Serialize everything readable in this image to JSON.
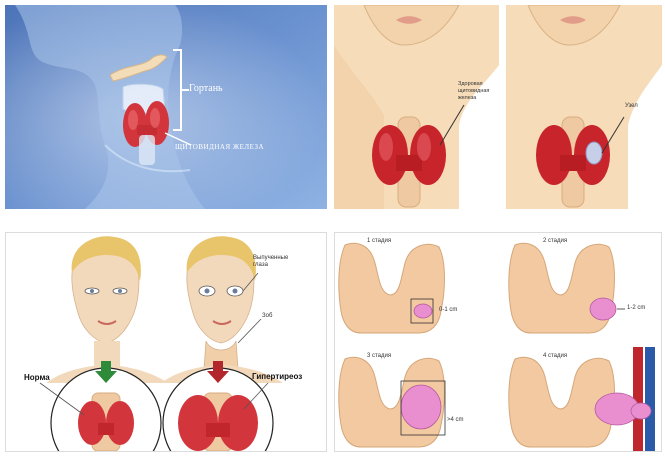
{
  "panel1": {
    "label_larynx": "Гортань",
    "label_thyroid": "щитовидная железа"
  },
  "panel2": {
    "label_healthy": "Здоровая щитовидная железа",
    "label_node": "Узел"
  },
  "panel3": {
    "label_eyes": "Выпученные глаза",
    "label_goiter": "Зоб",
    "label_norm": "Норма",
    "label_hyper": "Гипертиреоз"
  },
  "panel4": {
    "stage1": "1 стадия",
    "stage2": "2 стадия",
    "stage3": "3 стадия",
    "stage4": "4 стадия",
    "size1": "0-1 cm",
    "size2": "1-2 cm",
    "size3": ">4 cm"
  },
  "colors": {
    "panel1_bg": "#5f85c4",
    "skin": "#f2d3ac",
    "thyroid": "#c8242b",
    "node": "#e98fd0",
    "vessel_red": "#c0272d",
    "vessel_blue": "#2a5aa8",
    "arrow_green": "#2e8b3a",
    "arrow_red": "#b3262c"
  }
}
